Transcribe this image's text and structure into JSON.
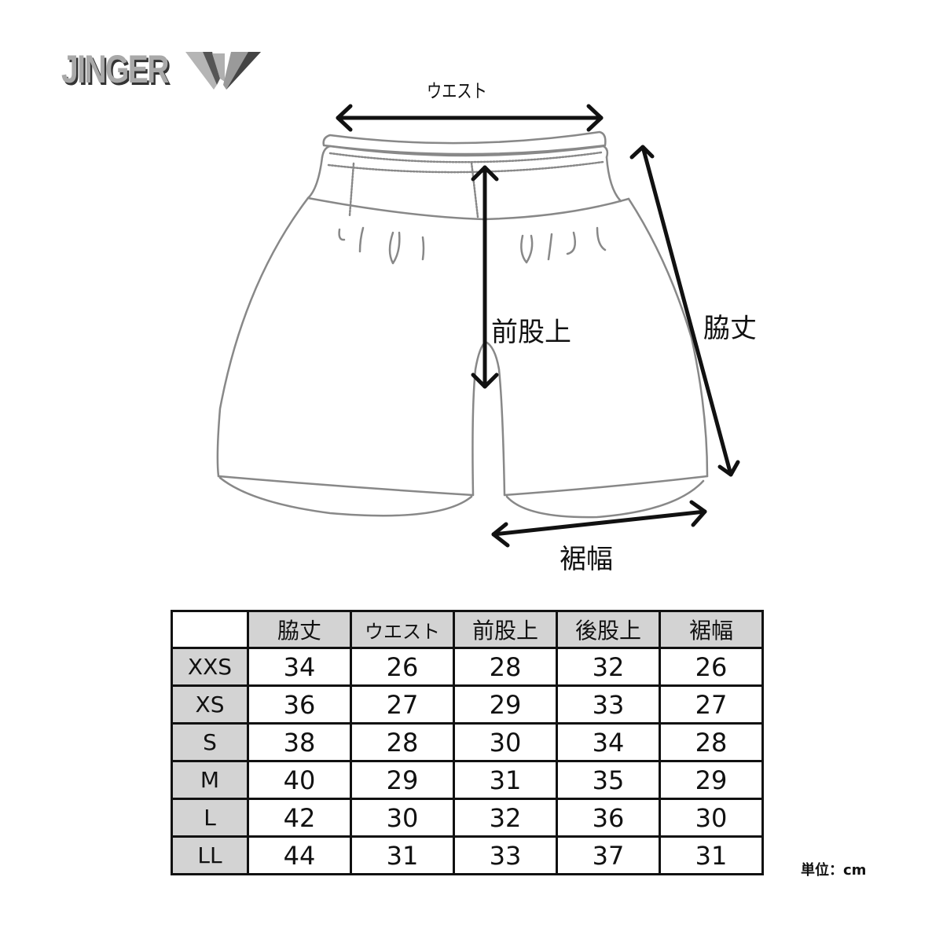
{
  "brand": {
    "logo_text": "JINGER"
  },
  "diagram": {
    "labels": {
      "waist": "ウエスト",
      "front_rise": "前股上",
      "side_length": "脇丈",
      "hem_width": "裾幅"
    },
    "line_color": "#111111",
    "outline_color": "#888888"
  },
  "size_table": {
    "columns": [
      "脇丈",
      "ウエスト",
      "前股上",
      "後股上",
      "裾幅"
    ],
    "rows": [
      {
        "size": "XXS",
        "values": [
          "34",
          "26",
          "28",
          "32",
          "26"
        ]
      },
      {
        "size": "XS",
        "values": [
          "36",
          "27",
          "29",
          "33",
          "27"
        ]
      },
      {
        "size": "S",
        "values": [
          "38",
          "28",
          "30",
          "34",
          "28"
        ]
      },
      {
        "size": "M",
        "values": [
          "40",
          "29",
          "31",
          "35",
          "29"
        ]
      },
      {
        "size": "L",
        "values": [
          "42",
          "30",
          "32",
          "36",
          "30"
        ]
      },
      {
        "size": "LL",
        "values": [
          "44",
          "31",
          "33",
          "37",
          "31"
        ]
      }
    ],
    "header_bg": "#d3d3d3",
    "unit_note": "単位：cm"
  }
}
